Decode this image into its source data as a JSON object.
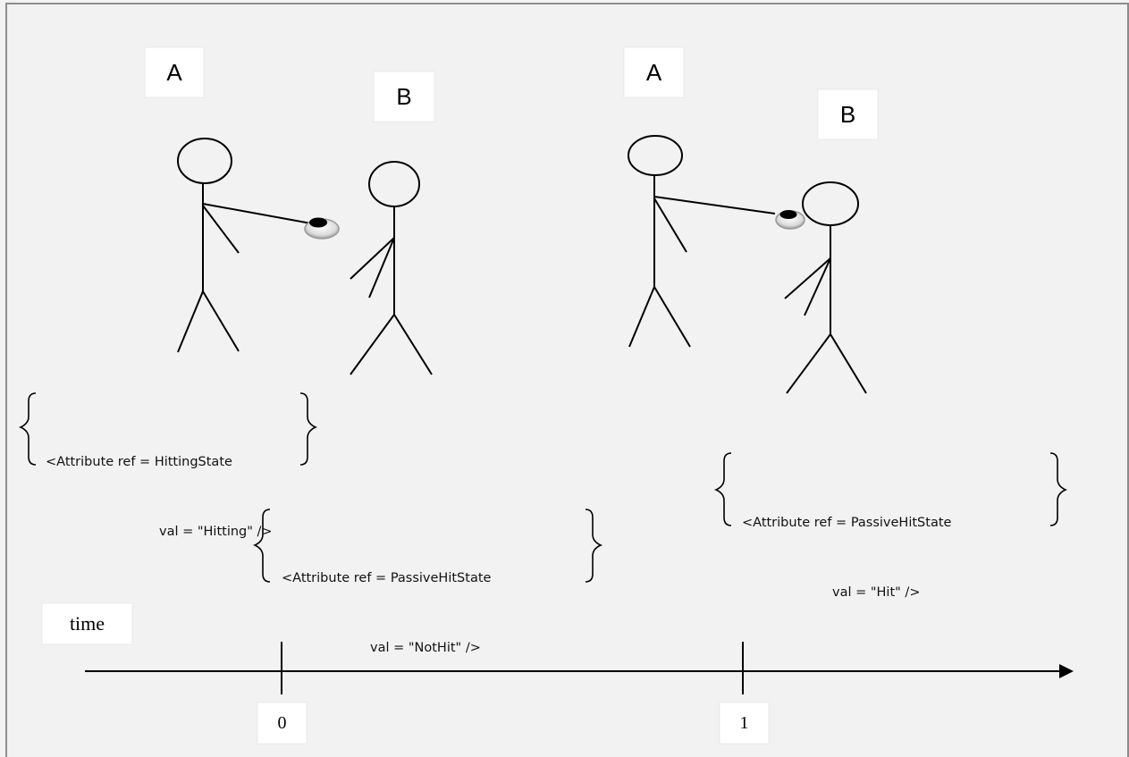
{
  "frames": [
    {
      "agent_a_label": "A",
      "agent_b_label": "B",
      "attribute_a": {
        "line1": "<Attribute ref = HittingState",
        "line2": "val = \"Hitting\" />"
      },
      "attribute_b": {
        "line1": "<Attribute ref = PassiveHitState",
        "line2": "val = \"NotHit\" />"
      }
    },
    {
      "agent_a_label": "A",
      "agent_b_label": "B",
      "attribute_b": {
        "line1": "<Attribute ref = PassiveHitState",
        "line2": "val = \"Hit\" />"
      }
    }
  ],
  "timeline": {
    "label": "time",
    "ticks": [
      "0",
      "1"
    ]
  }
}
